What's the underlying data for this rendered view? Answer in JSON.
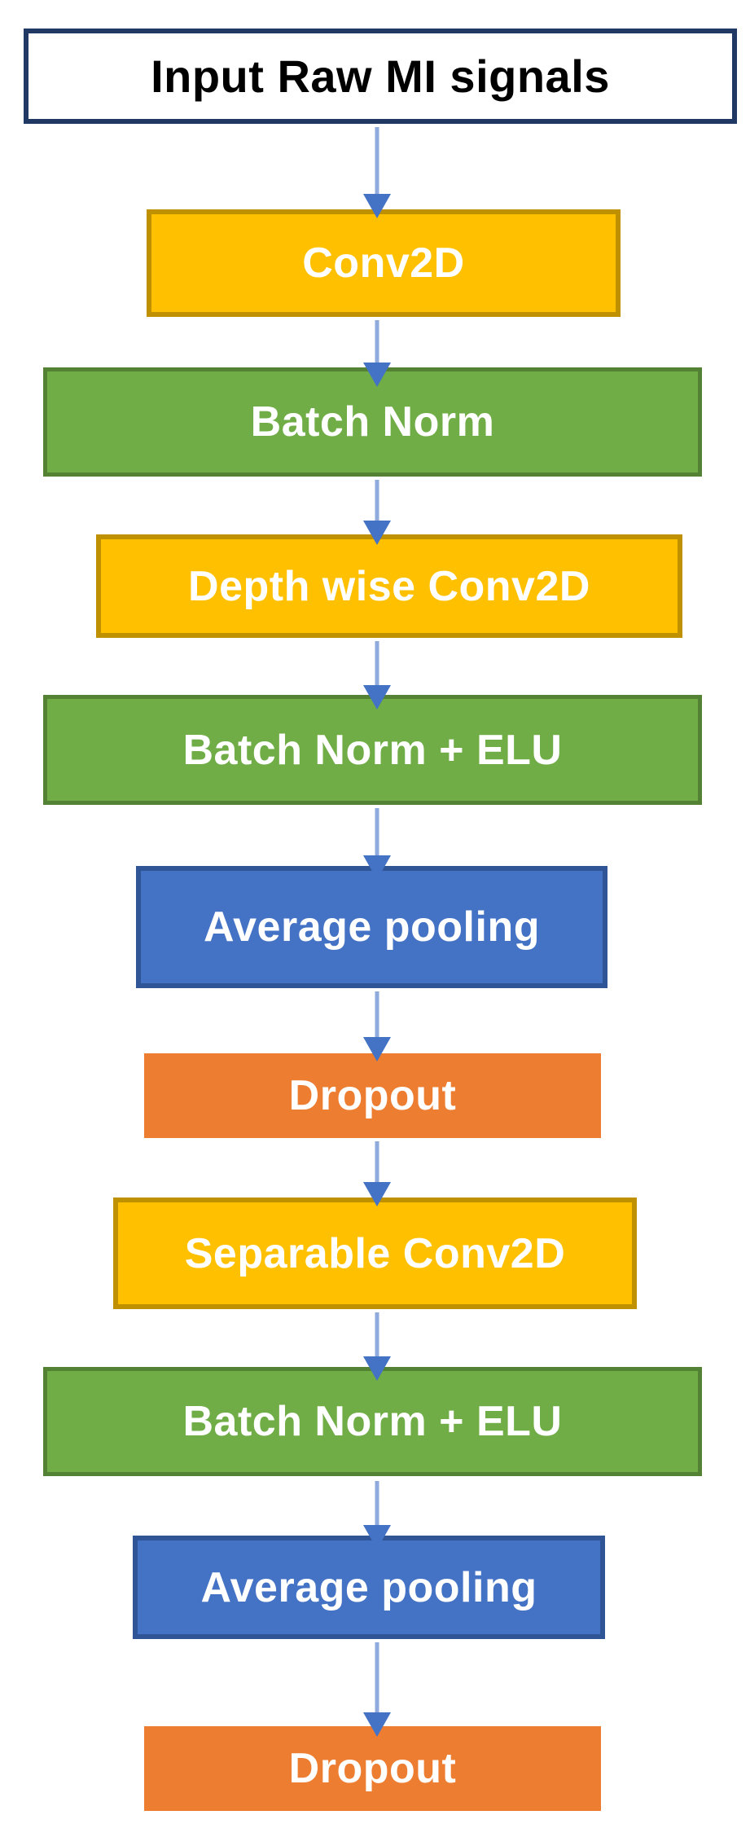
{
  "diagram": {
    "type": "flowchart",
    "direction": "top-down",
    "nodes": [
      {
        "id": "input",
        "label": "Input Raw MI signals",
        "role": "input",
        "fill": "#FFFFFF",
        "border": "#1F3864",
        "text_color": "#000000"
      },
      {
        "id": "conv2d",
        "label": "Conv2D",
        "role": "convolution",
        "fill": "#FFC000",
        "border": "#BF9000",
        "text_color": "#FFFFFF"
      },
      {
        "id": "batch-norm",
        "label": "Batch Norm",
        "role": "normalization",
        "fill": "#70AD47",
        "border": "#548235",
        "text_color": "#FFFFFF"
      },
      {
        "id": "depthwise-conv2d",
        "label": "Depth wise Conv2D",
        "role": "convolution",
        "fill": "#FFC000",
        "border": "#BF9000",
        "text_color": "#FFFFFF"
      },
      {
        "id": "batch-norm-elu-1",
        "label": "Batch Norm + ELU",
        "role": "normalization",
        "fill": "#70AD47",
        "border": "#548235",
        "text_color": "#FFFFFF"
      },
      {
        "id": "average-pooling-1",
        "label": "Average pooling",
        "role": "pooling",
        "fill": "#4472C4",
        "border": "#2F5597",
        "text_color": "#FFFFFF"
      },
      {
        "id": "dropout-1",
        "label": "Dropout",
        "role": "regularization",
        "fill": "#ED7D31",
        "border": "none",
        "text_color": "#FFFFFF"
      },
      {
        "id": "separable-conv2d",
        "label": "Separable Conv2D",
        "role": "convolution",
        "fill": "#FFC000",
        "border": "#BF9000",
        "text_color": "#FFFFFF"
      },
      {
        "id": "batch-norm-elu-2",
        "label": "Batch Norm + ELU",
        "role": "normalization",
        "fill": "#70AD47",
        "border": "#548235",
        "text_color": "#FFFFFF"
      },
      {
        "id": "average-pooling-2",
        "label": "Average pooling",
        "role": "pooling",
        "fill": "#4472C4",
        "border": "#2F5597",
        "text_color": "#FFFFFF"
      },
      {
        "id": "dropout-2",
        "label": "Dropout",
        "role": "regularization",
        "fill": "#ED7D31",
        "border": "none",
        "text_color": "#FFFFFF"
      }
    ],
    "edges": [
      {
        "from": "input",
        "to": "conv2d"
      },
      {
        "from": "conv2d",
        "to": "batch-norm"
      },
      {
        "from": "batch-norm",
        "to": "depthwise-conv2d"
      },
      {
        "from": "depthwise-conv2d",
        "to": "batch-norm-elu-1"
      },
      {
        "from": "batch-norm-elu-1",
        "to": "average-pooling-1"
      },
      {
        "from": "average-pooling-1",
        "to": "dropout-1"
      },
      {
        "from": "dropout-1",
        "to": "separable-conv2d"
      },
      {
        "from": "separable-conv2d",
        "to": "batch-norm-elu-2"
      },
      {
        "from": "batch-norm-elu-2",
        "to": "average-pooling-2"
      },
      {
        "from": "average-pooling-2",
        "to": "dropout-2"
      }
    ],
    "arrow_colors": {
      "stem": "#8FAADC",
      "head": "#4472C4"
    },
    "background": "#FFFFFF"
  }
}
